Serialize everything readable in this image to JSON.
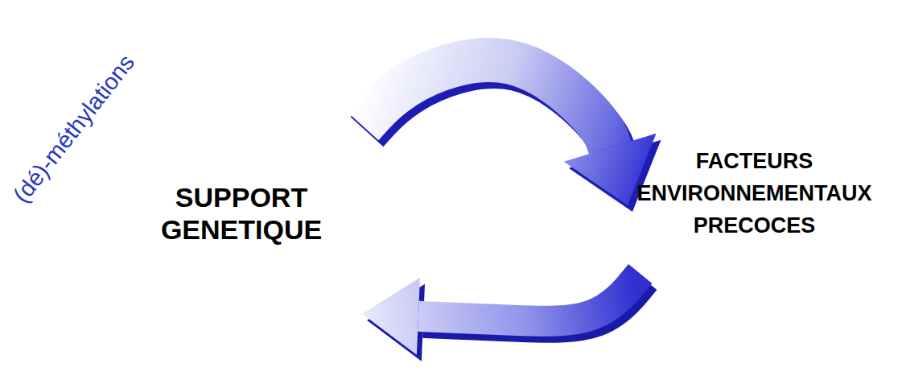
{
  "diagram": {
    "nodes": [
      {
        "text": [
          "SUPPORT GENETIQUE"
        ]
      },
      {
        "text": [
          "FACTEURS ENVIRONNEMENTAUX PRECOCES"
        ]
      }
    ],
    "edges": [
      {
        "from": 0,
        "to": 1,
        "arrow": "to"
      },
      {
        "from": 1,
        "to": 0,
        "arrow": "to"
      }
    ],
    "labels": [
      "(dé)-méthylations"
    ]
  }
}
